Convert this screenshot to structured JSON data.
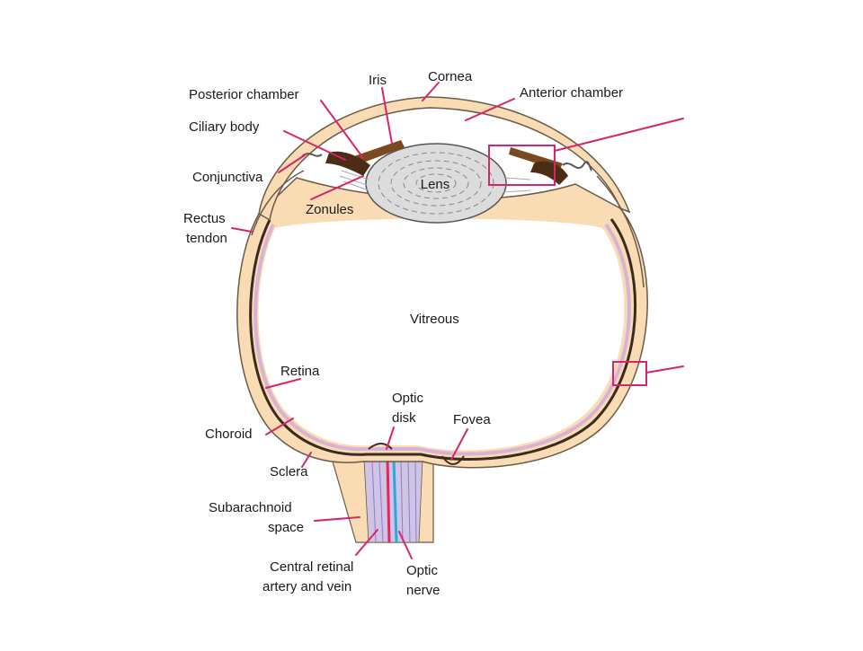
{
  "diagram": {
    "labels": {
      "cornea": "Cornea",
      "iris": "Iris",
      "posterior_chamber": "Posterior chamber",
      "anterior_chamber": "Anterior chamber",
      "ciliary_body": "Ciliary body",
      "conjunctiva": "Conjunctiva",
      "zonules": "Zonules",
      "lens": "Lens",
      "rectus_tendon_1": "Rectus",
      "rectus_tendon_2": "tendon",
      "vitreous": "Vitreous",
      "retina": "Retina",
      "optic_disk_1": "Optic",
      "optic_disk_2": "disk",
      "fovea": "Fovea",
      "choroid": "Choroid",
      "sclera": "Sclera",
      "subarachnoid_space_1": "Subarachnoid",
      "subarachnoid_space_2": "space",
      "central_retinal_1": "Central retinal",
      "central_retinal_2": "artery and vein",
      "optic_nerve_1": "Optic",
      "optic_nerve_2": "nerve"
    },
    "colors": {
      "sclera": "#f9dcb4",
      "sclera_outline": "#6b5a48",
      "choroid": "#3a2a1f",
      "retina": "#d9b3d6",
      "iris": "#7a4a1e",
      "lens": "#dcdcdc",
      "leader": "#d6246e",
      "nerve_blue": "#2aa9e0",
      "nerve_red": "#e8245a"
    }
  }
}
